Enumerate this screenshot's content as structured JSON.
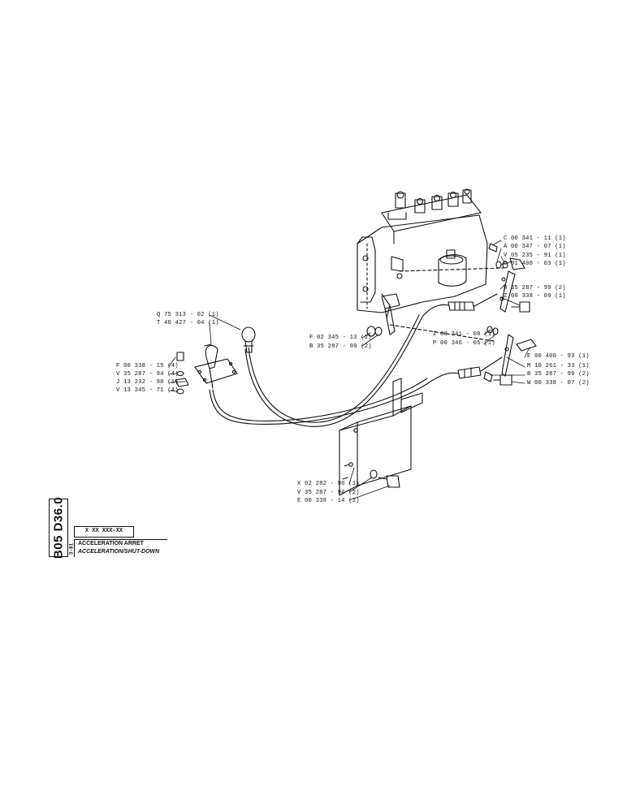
{
  "drawing_code": "B05 D36.0",
  "drawing_date": "3-81",
  "part_number_placeholder": "X XX XXX-XX",
  "title_fr": "ACCELERATION ARRET",
  "title_en": "ACCELERATION/SHUT-DOWN",
  "callouts": {
    "c_00341_11": "C 00 341 - 11 (1)",
    "a_00347_07": "A 00 347 - 07 (1)",
    "v_05235_91": "V 05 235 - 91 (1)",
    "c_01400_03": "C 01 400 - 03 (1)",
    "b_35287_99_top": "B 35 287 - 99 (2)",
    "z_00338_09": "Z 00 338 - 09 (1)",
    "z_00341_08": "Z 00 341 - 08 (1)",
    "p_00346_05": "P 00 346 - 05 (1)",
    "e_00400_93": "E 00 400 - 93 (1)",
    "m_10261_33": "M 10 261 - 33 (1)",
    "b_35287_99_mid": "B 35 287 - 99 (2)",
    "w_00338_07": "W 00 338 - 07 (2)",
    "f_02345_13": "F 02 345 - 13 (2)",
    "b_35287_99_pump": "B 35 287 - 99 (2)",
    "q_75313_02": "Q 75 313 - 02 (1)",
    "t_40427_04": "T 40 427 - 04 (1)",
    "f_00338_15": "F 00 338 - 15 (4)",
    "v_35287_94_left": "V 35 287 - 94 (4)",
    "j_13232_90": "J 13 232 - 90 (1)",
    "v_13345_71": "V 13 345 - 71 (4)",
    "x_02282_96": "X 02 282 - 96 (1)",
    "v_35287_94_bottom": "V 35 287 - 94 (2)",
    "e_00338_14": "E 00 338 - 14 (2)"
  }
}
